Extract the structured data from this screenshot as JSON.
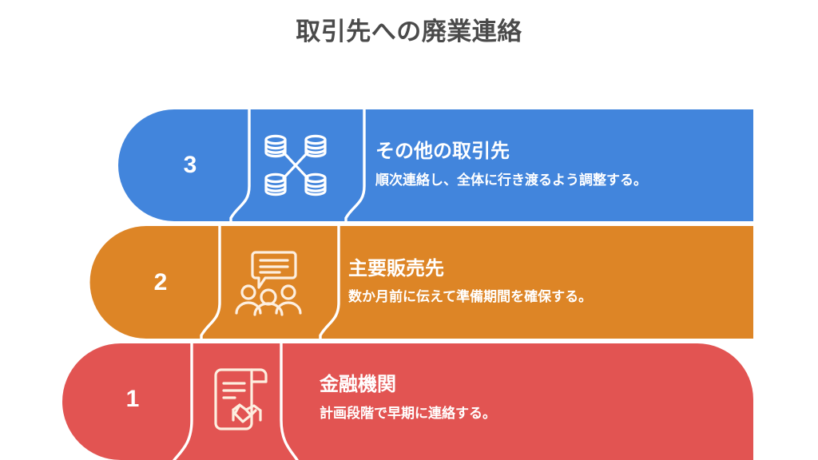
{
  "title": "取引先への廃業連絡",
  "colors": {
    "blue": "#4285DC",
    "orange": "#DD8526",
    "red": "#E25452",
    "title_text": "#4a4a4a",
    "text_on_bar": "#ffffff",
    "divider": "#ffffff",
    "background": "#ffffff"
  },
  "steps": [
    {
      "number": "3",
      "heading": "その他の取引先",
      "description": "順次連絡し、全体に行き渡るよう調整する。",
      "icon": "database-network-icon",
      "color": "#4285DC"
    },
    {
      "number": "2",
      "heading": "主要販売先",
      "description": "数か月前に伝えて準備期間を確保する。",
      "icon": "people-speech-bubble-icon",
      "color": "#DD8526"
    },
    {
      "number": "1",
      "heading": "金融機関",
      "description": "計画段階で早期に連絡する。",
      "icon": "contract-handshake-icon",
      "color": "#E25452"
    }
  ]
}
